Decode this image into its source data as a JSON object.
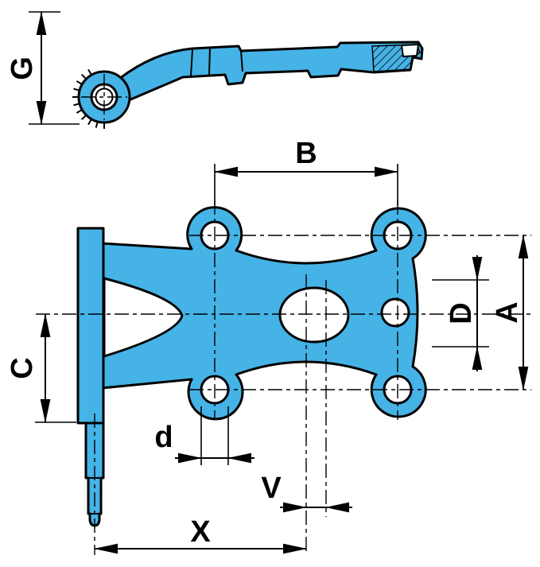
{
  "colors": {
    "part_fill": "#45b3e6",
    "line_color": "#000000",
    "background": "#ffffff"
  },
  "dimension_labels": {
    "G": "G",
    "B": "B",
    "C": "C",
    "D": "D",
    "A": "A",
    "d": "d",
    "V": "V",
    "X": "X"
  }
}
